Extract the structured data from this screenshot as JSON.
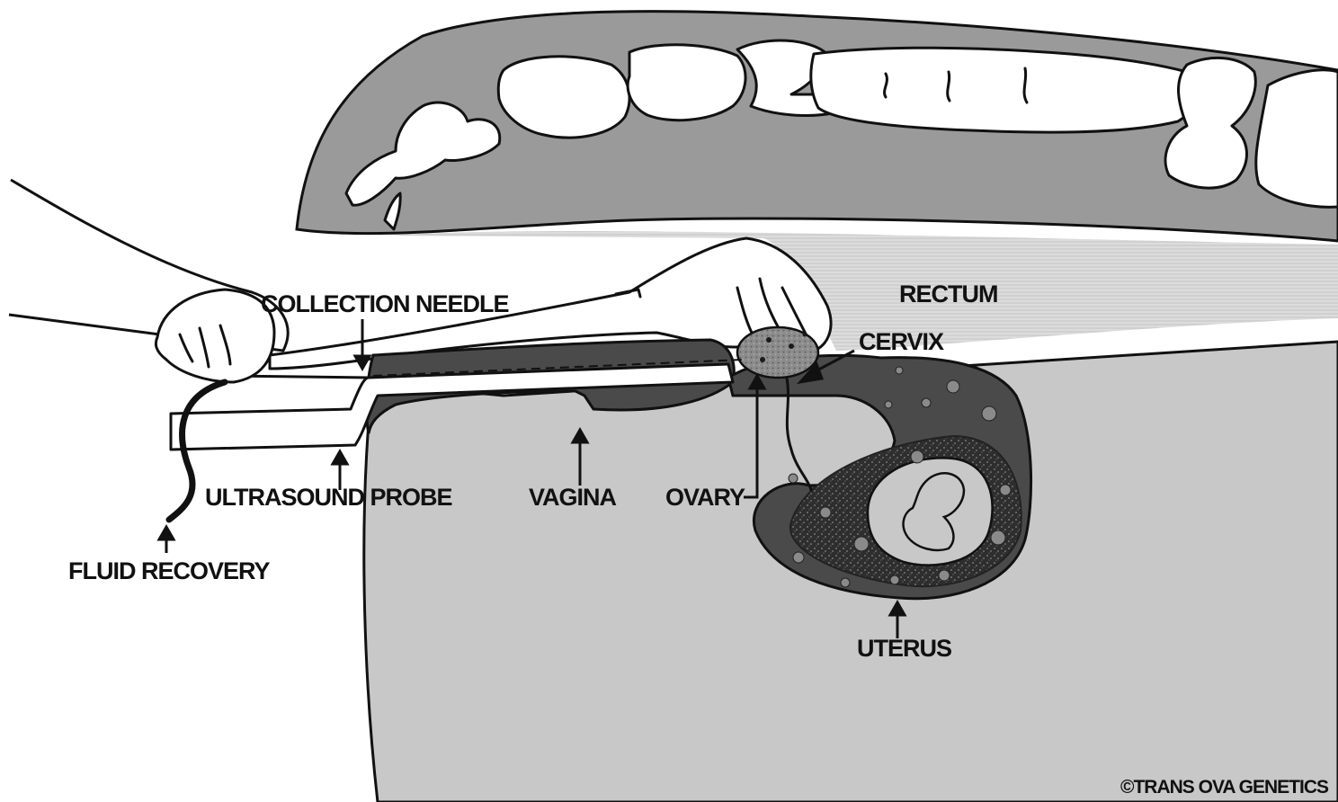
{
  "labels": {
    "collection_needle": "COLLECTION NEEDLE",
    "rectum": "RECTUM",
    "cervix": "CERVIX",
    "ultrasound_probe": "ULTRASOUND PROBE",
    "vagina": "VAGINA",
    "ovary": "OVARY",
    "fluid_recovery": "FLUID RECOVERY",
    "uterus": "UTERUS"
  },
  "copyright": "©TRANS OVA GENETICS",
  "colors": {
    "body_gray": "#c8c8c8",
    "spine_gray": "#9a9a9a",
    "tract_dark": "#4a4a4a",
    "bone_white": "#ffffff",
    "rectum_light": "#d9d9d9",
    "line": "#111111"
  }
}
